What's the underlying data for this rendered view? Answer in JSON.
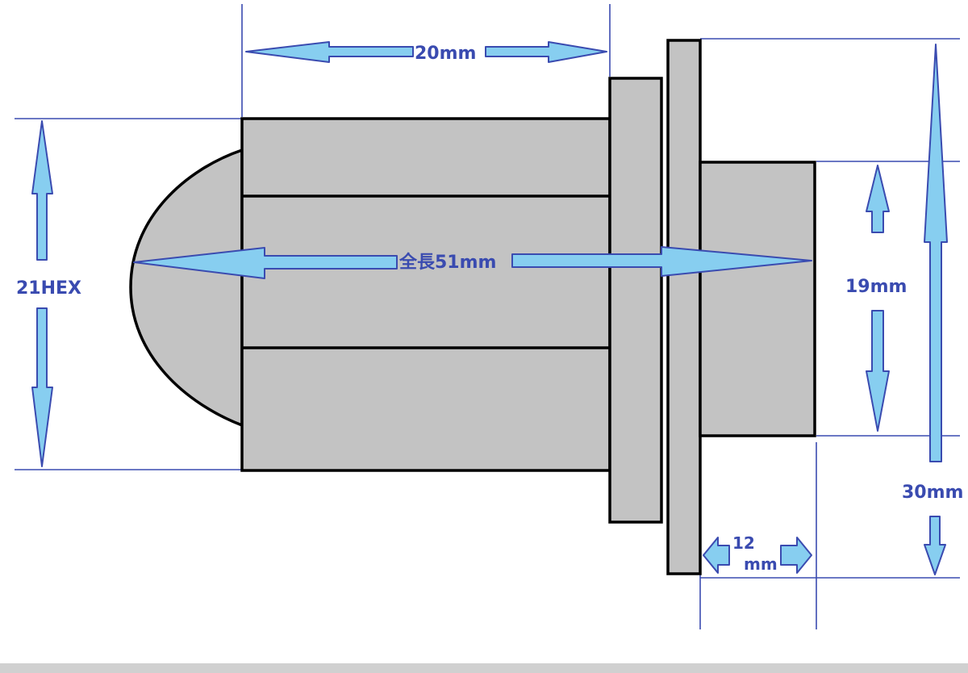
{
  "labels": {
    "length_20": "20mm",
    "total_length": "全長51mm",
    "hex_21": "21HEX",
    "diameter_19": "19mm",
    "diameter_30": "30mm",
    "thread_12_top": "12",
    "thread_12_bottom": "mm"
  },
  "colors": {
    "part_fill": "#c3c3c3",
    "outline": "#000000",
    "arrow_fill": "#87cef0",
    "dimension_blue": "#3a4bb0",
    "footer": "#d0d0d0"
  }
}
